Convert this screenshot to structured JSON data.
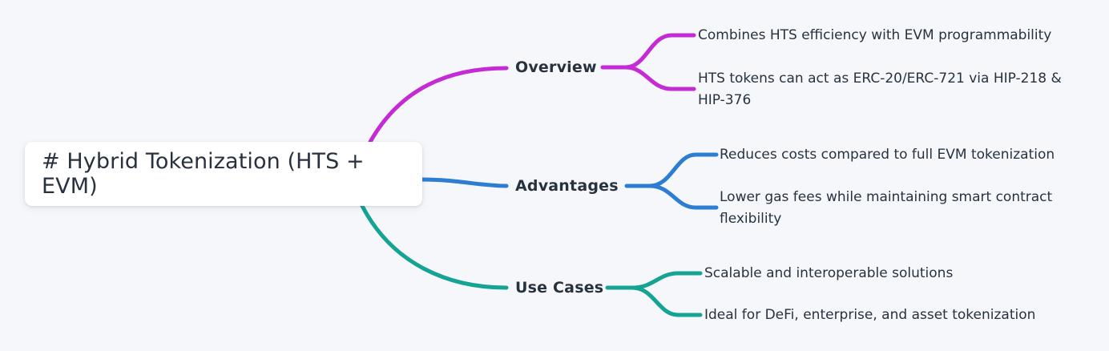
{
  "diagram": {
    "type": "mindmap",
    "background_color": "#f5f7fa",
    "text_color": "#28323f",
    "root": {
      "label": "# Hybrid Tokenization (HTS + EVM)"
    },
    "branches": [
      {
        "label": "Overview",
        "color": "#c42bd4",
        "children": [
          {
            "label": "Combines HTS efficiency with EVM programmability"
          },
          {
            "label": "HTS tokens can act as ERC-20/ERC-721 via HIP-218 & HIP-376"
          }
        ]
      },
      {
        "label": "Advantages",
        "color": "#2d7dd2",
        "children": [
          {
            "label": "Reduces costs compared to full EVM tokenization"
          },
          {
            "label": "Lower gas fees while maintaining smart contract flexibility"
          }
        ]
      },
      {
        "label": "Use Cases",
        "color": "#16a394",
        "children": [
          {
            "label": "Scalable and interoperable solutions"
          },
          {
            "label": "Ideal for DeFi, enterprise, and asset tokenization"
          }
        ]
      }
    ]
  }
}
